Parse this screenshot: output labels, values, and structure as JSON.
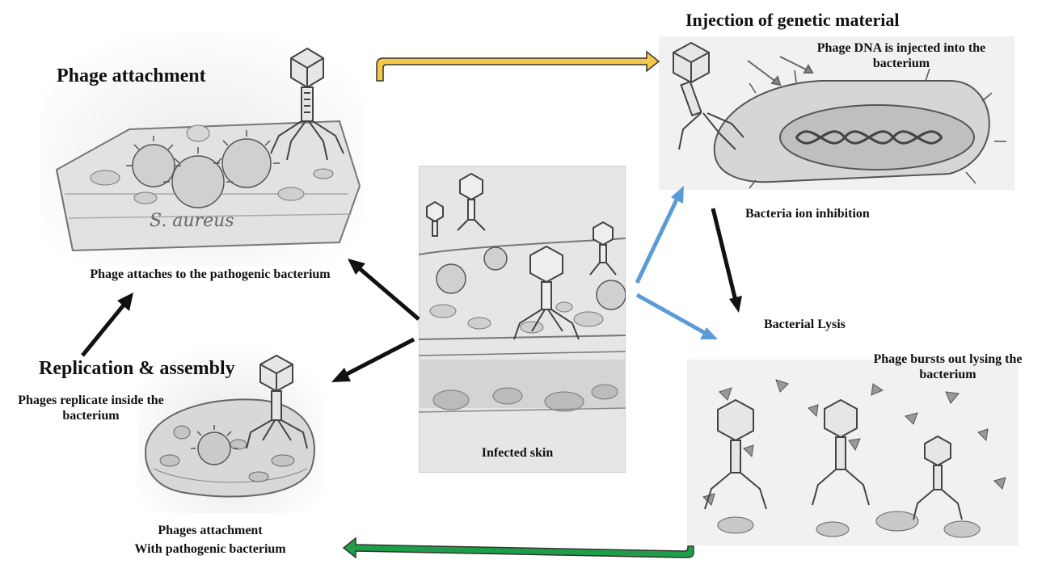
{
  "labels": {
    "phage_attachment_title": "Phage attachment",
    "phage_attaches_caption": "Phage attaches to the pathogenic bacterium",
    "saureus_label": "S. aureus",
    "injection_title": "Injection of genetic material",
    "injection_caption": "Phage DNA is injected into the bacterium",
    "ion_inhibition": "Bacteria ion inhibition",
    "bacterial_lysis": "Bacterial Lysis",
    "lysis_caption": "Phage bursts out lysing the bacterium",
    "replication_title": "Replication & assembly",
    "replication_caption": "Phages replicate inside the bacterium",
    "attachment_caption_1": "Phages attachment",
    "attachment_caption_2": "With pathogenic bacterium",
    "infected_skin": "Infected skin"
  },
  "colors": {
    "arrow_black": "#111111",
    "arrow_blue": "#5b9bd5",
    "arrow_yellow_fill": "#f4c94a",
    "arrow_green_fill": "#1f9e4a",
    "sketch": "#555555"
  },
  "icons": [
    "bacteriophage-sketch",
    "bacterium-sketch",
    "skin-layer-sketch",
    "dna-helix-sketch"
  ]
}
